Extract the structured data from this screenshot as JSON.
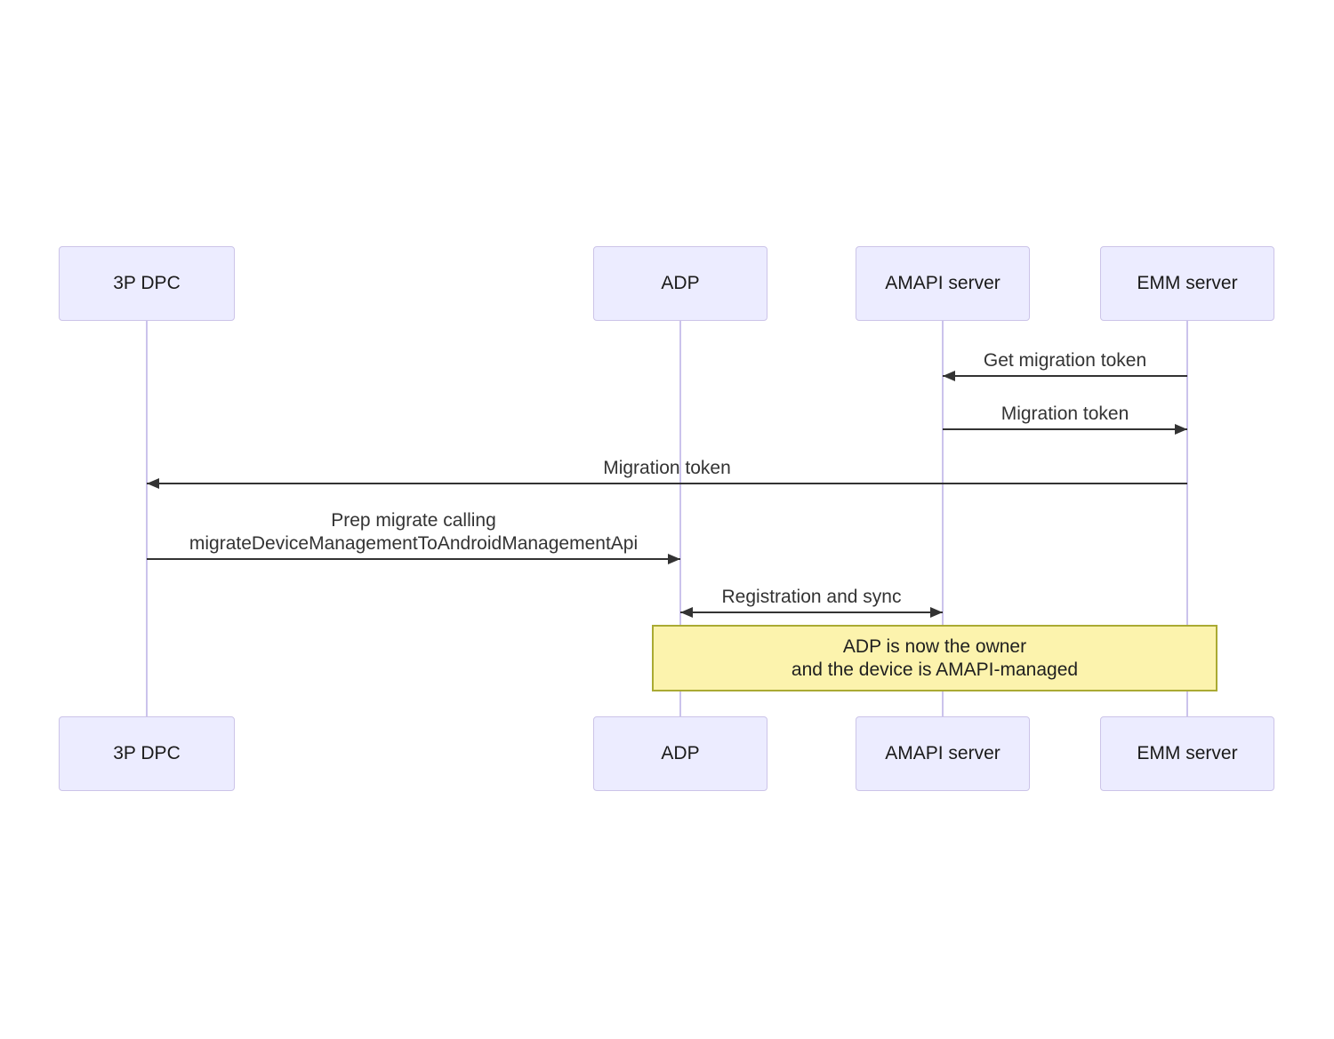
{
  "diagram": {
    "type": "sequence",
    "actors": [
      {
        "id": "3p-dpc",
        "label": "3P DPC"
      },
      {
        "id": "adp",
        "label": "ADP"
      },
      {
        "id": "amapi-server",
        "label": "AMAPI server"
      },
      {
        "id": "emm-server",
        "label": "EMM server"
      }
    ],
    "messages": [
      {
        "label": "Get migration token",
        "from": "EMM server",
        "to": "AMAPI server",
        "arrow": "left"
      },
      {
        "label": "Migration token",
        "from": "AMAPI server",
        "to": "EMM server",
        "arrow": "right"
      },
      {
        "label": "Migration token",
        "from": "EMM server",
        "to": "3P DPC",
        "arrow": "left"
      },
      {
        "lines": [
          "Prep migrate calling",
          "migrateDeviceManagementToAndroidManagementApi"
        ],
        "from": "3P DPC",
        "to": "ADP",
        "arrow": "right"
      },
      {
        "label": "Registration and sync",
        "from": "ADP",
        "to": "AMAPI server",
        "arrow": "both"
      }
    ],
    "note": {
      "over": "ADP, EMM server",
      "lines": [
        "ADP is now the owner",
        "and the device is AMAPI-managed"
      ]
    },
    "colors": {
      "actor_fill": "#ececff",
      "actor_border": "#ccc4e8",
      "lifeline": "#cbc3ec",
      "arrow": "#333333",
      "message_text": "#333333",
      "note_fill": "#fcf3ad",
      "note_border": "#aaaa33"
    }
  }
}
